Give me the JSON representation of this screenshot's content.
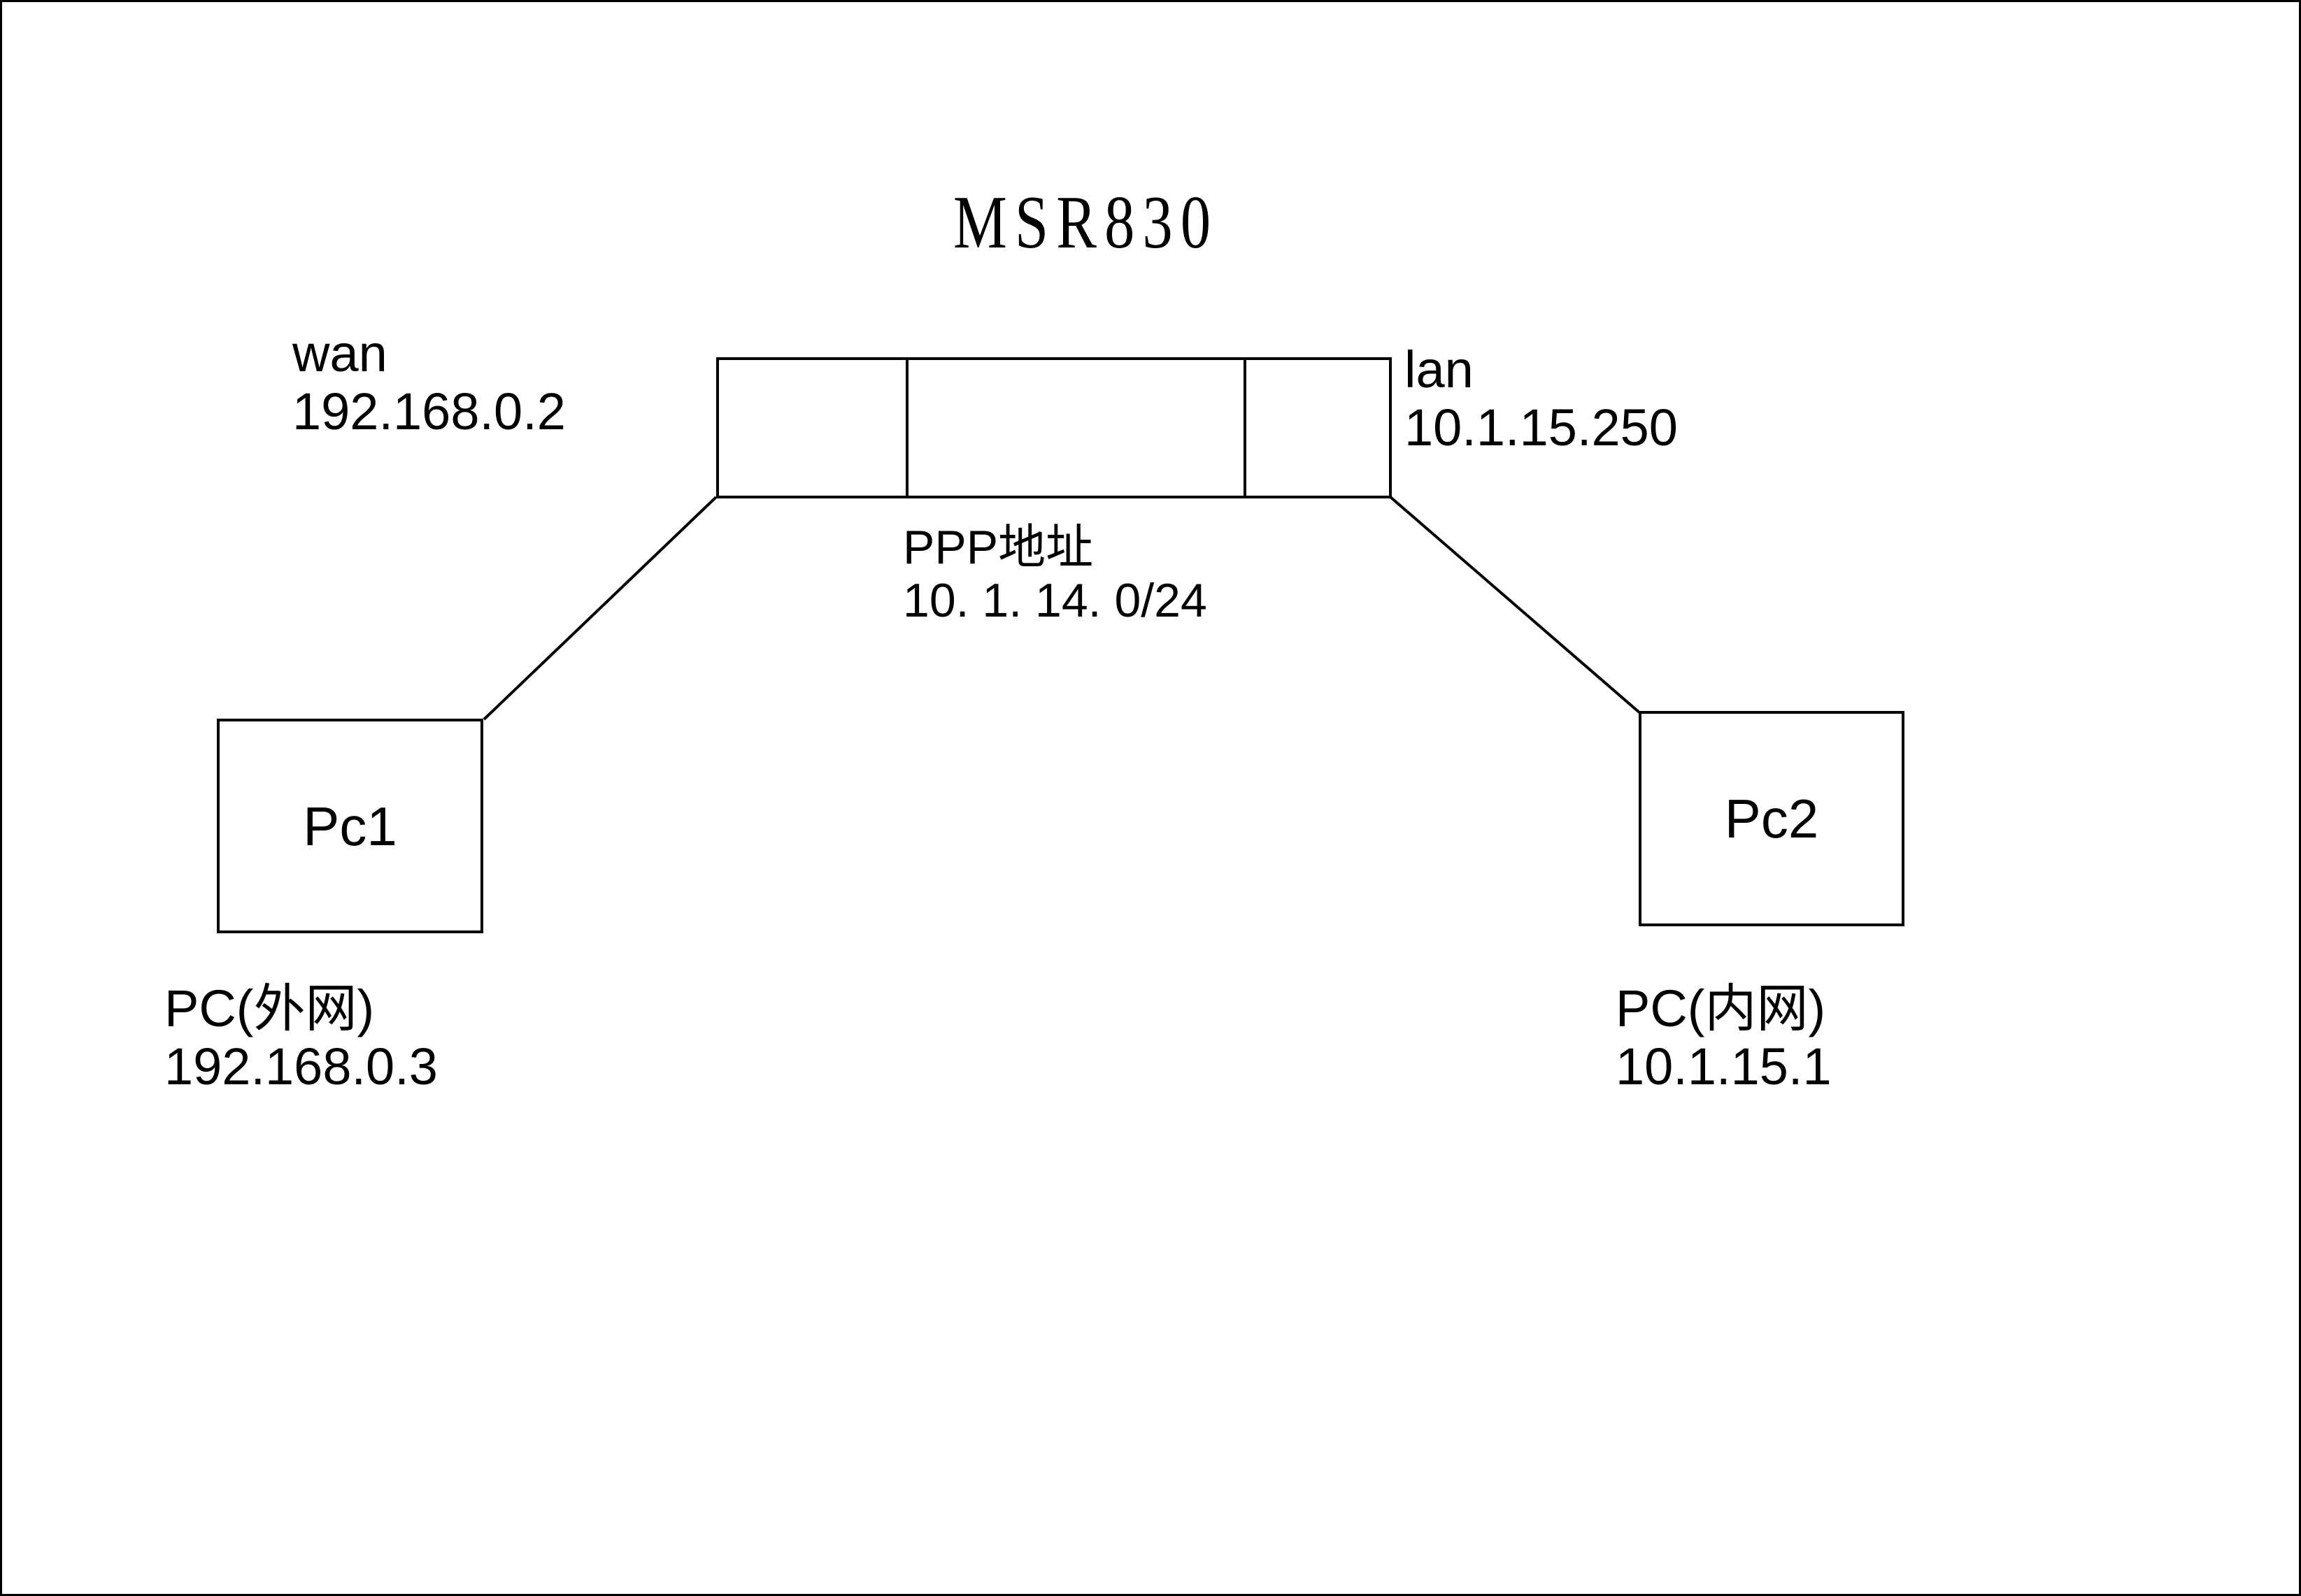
{
  "diagram": {
    "title": "MSR830",
    "background_color": "#ffffff",
    "line_color": "#000000"
  },
  "router": {
    "name": "MSR830",
    "segments": 3
  },
  "interfaces": {
    "wan": {
      "name": "wan",
      "address": "192.168.0.2"
    },
    "lan": {
      "name": "lan",
      "address": "10.1.15.250"
    }
  },
  "link": {
    "name": "PPP地址",
    "address": "10. 1. 14. 0/24"
  },
  "hosts": [
    {
      "box_label": "Pc1",
      "caption_name": "PC(外网)",
      "caption_address": "192.168.0.3"
    },
    {
      "box_label": "Pc2",
      "caption_name": "PC(内网)",
      "caption_address": "10.1.15.1"
    }
  ]
}
